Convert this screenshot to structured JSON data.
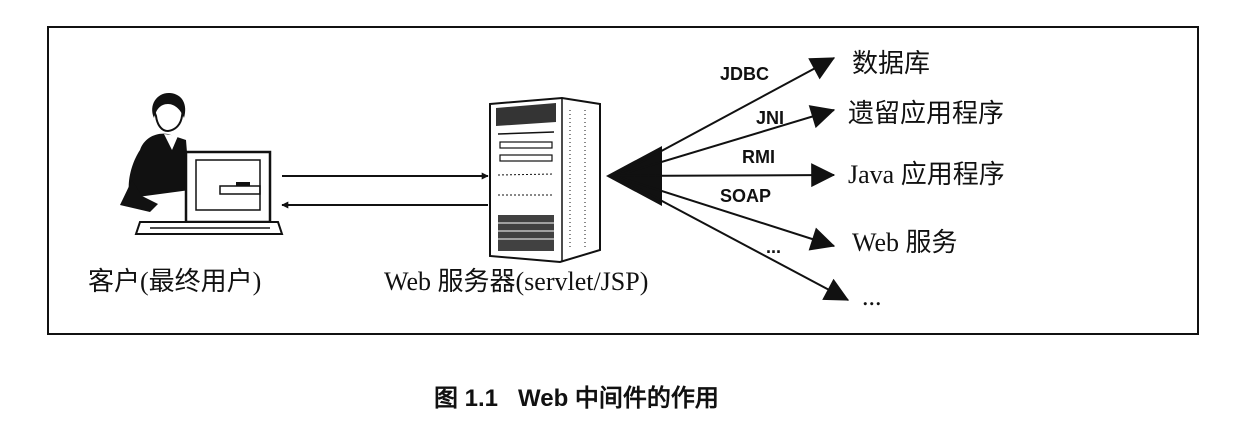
{
  "client_label": "客户(最终用户)",
  "server_label": "Web 服务器(servlet/JSP)",
  "protocols": [
    {
      "id": "jdbc",
      "label": "JDBC",
      "target": "数据库"
    },
    {
      "id": "jni",
      "label": "JNI",
      "target": "遗留应用程序"
    },
    {
      "id": "rmi",
      "label": "RMI",
      "target": "Java 应用程序"
    },
    {
      "id": "soap",
      "label": "SOAP",
      "target": "Web 服务"
    },
    {
      "id": "more",
      "label": "...",
      "target": "..."
    }
  ],
  "caption": "图 1.1   Web 中间件的作用",
  "colors": {
    "ink": "#111111",
    "background": "#ffffff"
  }
}
